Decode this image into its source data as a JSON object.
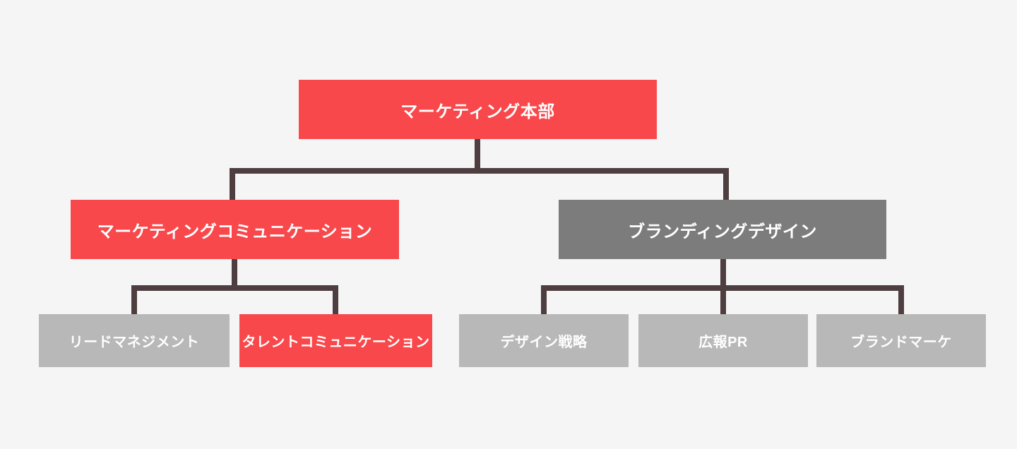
{
  "diagram": {
    "type": "org-chart",
    "levels": 3
  },
  "colors": {
    "background": "#F6F5F6",
    "line": "#4E3E40",
    "red": "#F8484B",
    "dark_gray": "#7D7C7D",
    "light_gray": "#B9B8B9",
    "text": "#FFFFFF"
  },
  "nodes": [
    {
      "id": "marketing-hq",
      "label": "マーケティング本部",
      "color": "red",
      "level": 1,
      "parent": null
    },
    {
      "id": "marketing-communication",
      "label": "マーケティングコミュニケーション",
      "color": "red",
      "level": 2,
      "parent": "marketing-hq"
    },
    {
      "id": "branding-design",
      "label": "ブランディングデザイン",
      "color": "dark_gray",
      "level": 2,
      "parent": "marketing-hq"
    },
    {
      "id": "lead-management",
      "label": "リードマネジメント",
      "color": "light_gray",
      "level": 3,
      "parent": "marketing-communication"
    },
    {
      "id": "talent-communication",
      "label": "タレントコミュニケーション",
      "color": "red",
      "level": 3,
      "parent": "marketing-communication"
    },
    {
      "id": "design-strategy",
      "label": "デザイン戦略",
      "color": "light_gray",
      "level": 3,
      "parent": "branding-design"
    },
    {
      "id": "pr",
      "label": "広報PR",
      "color": "light_gray",
      "level": 3,
      "parent": "branding-design"
    },
    {
      "id": "brand-marketing",
      "label": "ブランドマーケ",
      "color": "light_gray",
      "level": 3,
      "parent": "branding-design"
    }
  ]
}
